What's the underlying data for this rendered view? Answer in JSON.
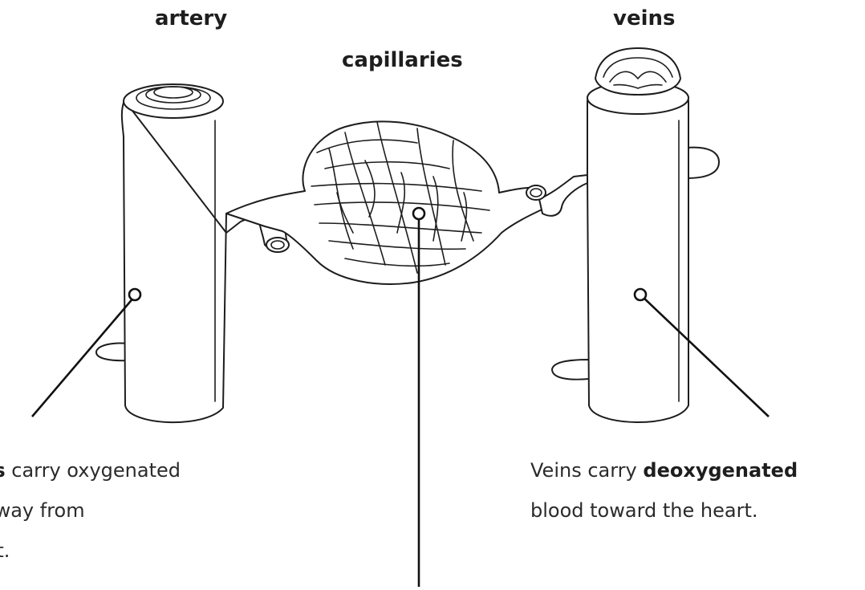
{
  "labels": {
    "artery": "artery",
    "capillaries": "capillaries",
    "veins": "veins"
  },
  "captions": {
    "artery": {
      "line1_bold": "ries",
      "line1_rest": " carry oxygenated",
      "line2": "d away from",
      "line3": "eart."
    },
    "vein": {
      "line1_start": "Veins carry ",
      "line1_bold": "deoxygenated",
      "line2": "blood toward the heart."
    }
  }
}
